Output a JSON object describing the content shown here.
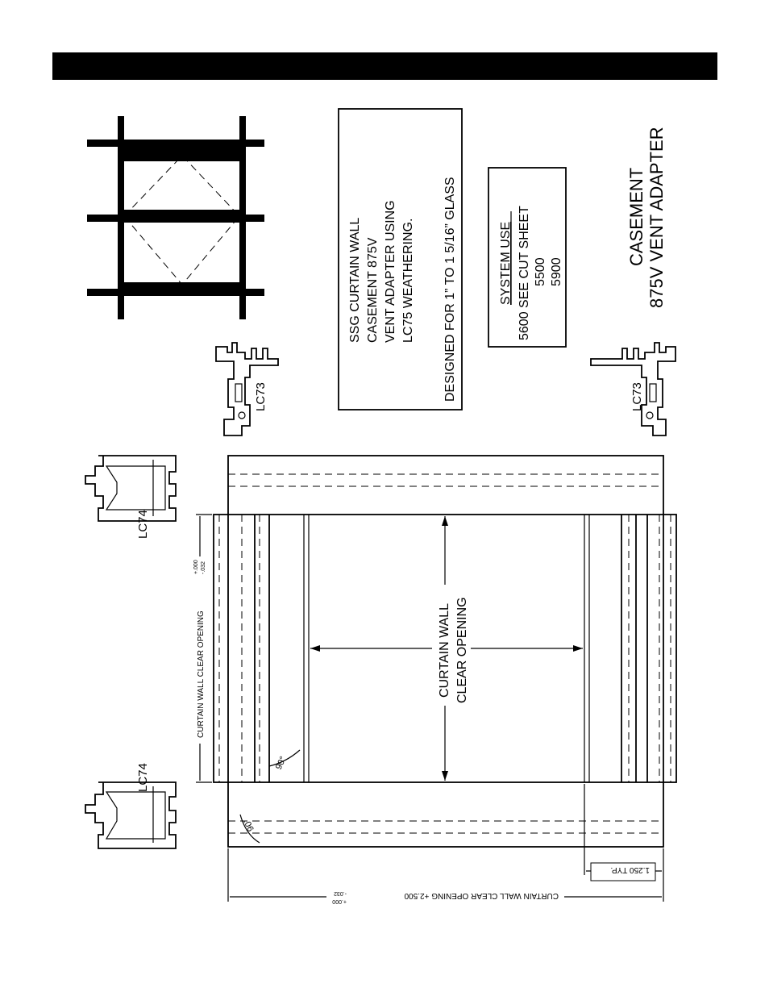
{
  "sheet": {
    "notes": {
      "line1": "SSG CURTAIN WALL",
      "line2": "CASEMENT 875V",
      "line3": "VENT ADAPTER USING",
      "line4": "LC75 WEATHERING.",
      "line5": "DESIGNED FOR 1” TO 1 5/16” GLASS"
    },
    "system_table": {
      "heading": "SYSTEM USE",
      "row1": "5600 SEE CUT SHEET",
      "row2": "5500",
      "row3": "5900"
    },
    "title": {
      "line1": "CASEMENT",
      "line2": "875V VENT ADAPTER"
    },
    "profiles": {
      "lc73_top": "LC73",
      "lc73_bottom": "LC73",
      "lc74_top": "LC74",
      "lc74_bottom": "LC74"
    },
    "dimensions": {
      "width_label": "CURTAIN WALL CLEAR OPENING",
      "width_tol_plus": "+.000",
      "width_tol_minus": "-.032",
      "center_line1": "CURTAIN WALL",
      "center_line2": "CLEAR OPENING",
      "height_label": "CURTAIN WALL CLEAR OPENING +2.500",
      "height_tol_plus": "+.000",
      "height_tol_minus": "-.032",
      "typ_label": "1.250 TYP.",
      "angle_1": "90°",
      "angle_2": ".06"
    }
  }
}
